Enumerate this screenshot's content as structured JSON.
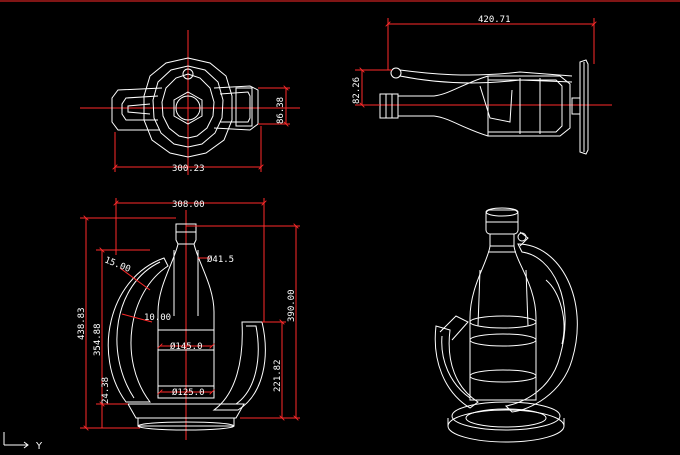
{
  "drawing": {
    "colors": {
      "background": "#000000",
      "geometry": "#ffffff",
      "dimension": "#ff2a2a",
      "center": "#ff2a2a"
    },
    "views": {
      "top": {
        "width_dim": "300.23",
        "height_dim": "86.38"
      },
      "side": {
        "length_dim": "420.71",
        "offset_dim": "82.26"
      },
      "front": {
        "top_width": "308.00",
        "overall_height": "438.83",
        "bottle_height": "354.88",
        "base_height": "24.38",
        "ring_height": "390.00",
        "holder_height": "221.82",
        "angle_upper": "15.00",
        "angle_lower": "10.00",
        "neck_dia": "Ø41.5",
        "body_dia": "Ø145.0",
        "base_dia": "Ø125.0"
      }
    },
    "ucs": {
      "axis_label": "Y"
    }
  }
}
